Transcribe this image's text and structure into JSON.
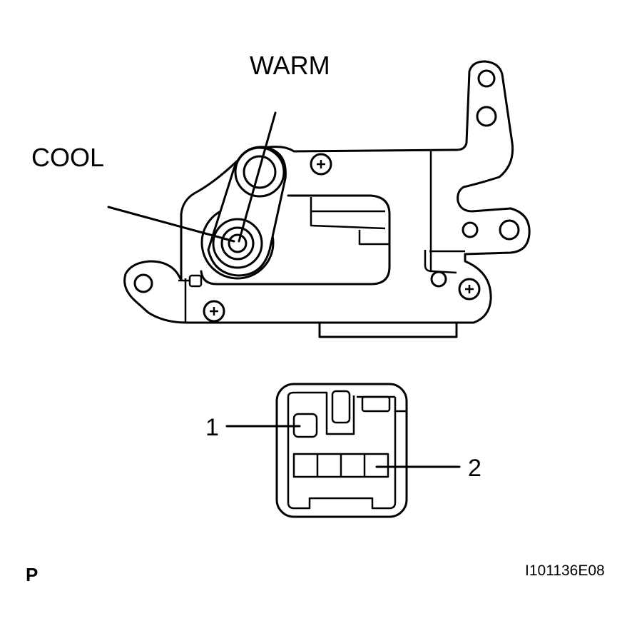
{
  "labels": {
    "warm": "WARM",
    "cool": "COOL",
    "terminal_1": "1",
    "terminal_2": "2",
    "view_code": "P",
    "figure_id": "I101136E08"
  }
}
